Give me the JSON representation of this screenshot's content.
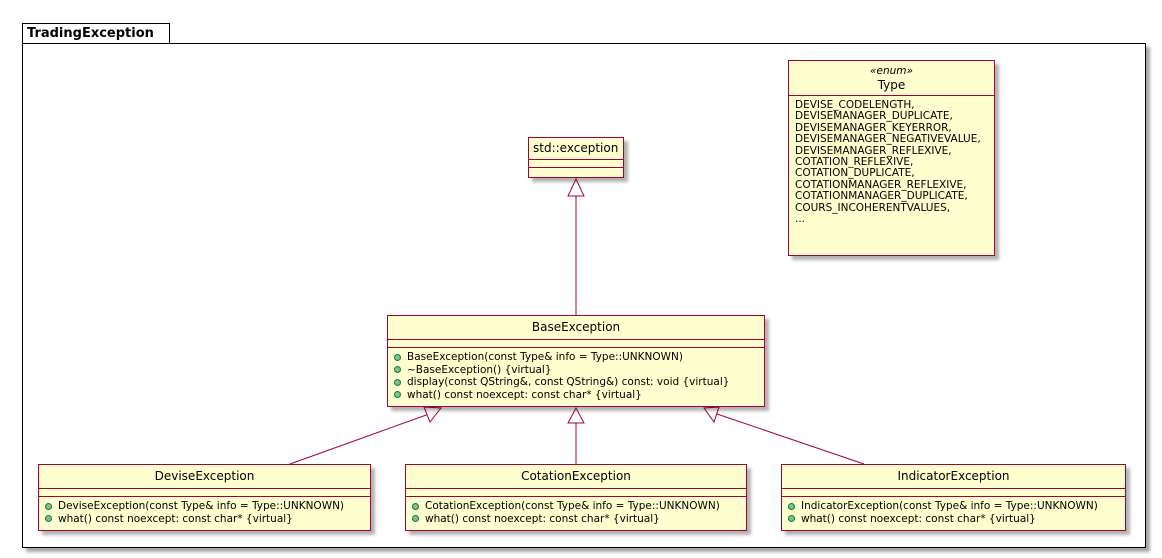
{
  "package": {
    "name": "TradingException"
  },
  "enum_type": {
    "stereotype": "«enum»",
    "name": "Type",
    "values": [
      "DEVISE_CODELENGTH,",
      "DEVISEMANAGER_DUPLICATE,",
      "DEVISEMANAGER_KEYERROR,",
      "DEVISEMANAGER_NEGATIVEVALUE,",
      "DEVISEMANAGER_REFLEXIVE,",
      "COTATION_REFLEXIVE,",
      "COTATION_DUPLICATE,",
      "COTATIONMANAGER_REFLEXIVE,",
      "COTATIONMANAGER_DUPLICATE,",
      "COURS_INCOHERENTVALUES,",
      "..."
    ]
  },
  "std_exception": {
    "name": "std::exception"
  },
  "base_exception": {
    "name": "BaseException",
    "methods": [
      "BaseException(const Type& info = Type::UNKNOWN)",
      "~BaseException() {virtual}",
      "display(const QString&, const QString&) const: void {virtual}",
      "what() const noexcept: const char* {virtual}"
    ]
  },
  "devise_exception": {
    "name": "DeviseException",
    "methods": [
      "DeviseException(const Type& info = Type::UNKNOWN)",
      "what() const noexcept: const char* {virtual}"
    ]
  },
  "cotation_exception": {
    "name": "CotationException",
    "methods": [
      "CotationException(const Type& info = Type::UNKNOWN)",
      "what() const noexcept: const char* {virtual}"
    ]
  },
  "indicator_exception": {
    "name": "IndicatorException",
    "methods": [
      "IndicatorException(const Type& info = Type::UNKNOWN)",
      "what() const noexcept: const char* {virtual}"
    ]
  },
  "colors": {
    "class_fill": "#FEFECE",
    "class_border": "#A80036",
    "link": "#A80036"
  }
}
